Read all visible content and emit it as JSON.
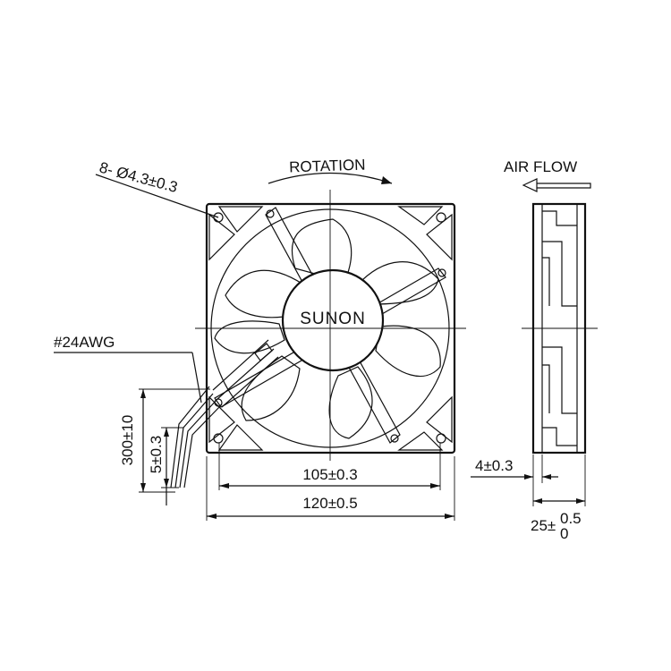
{
  "labels": {
    "rotation": "ROTATION",
    "air_flow": "AIR FLOW",
    "hole_spec": "8- Ø4.3±0.3",
    "wire_gauge": "#24AWG",
    "brand": "SUNON",
    "lead_length": "300±10",
    "strip_length": "5±0.3",
    "hole_pitch": "105±0.3",
    "frame_size": "120±0.5",
    "flange_thickness": "4±0.3",
    "depth_base": "25±",
    "depth_tol_upper": "0.5",
    "depth_tol_lower": "0"
  },
  "colors": {
    "line": "#111111",
    "background": "#ffffff"
  }
}
